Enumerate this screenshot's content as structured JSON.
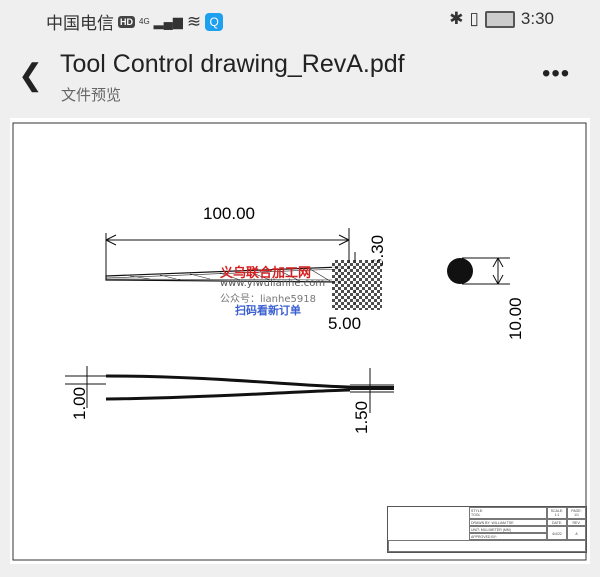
{
  "status_bar": {
    "carrier": "中国电信",
    "hd": "HD",
    "network": "4G",
    "time": "3:30"
  },
  "header": {
    "title": "Tool Control drawing_RevA.pdf",
    "subtitle": "文件预览"
  },
  "drawing": {
    "dims": {
      "length": "100.00",
      "tip_height": "3.30",
      "tip_width": "5.00",
      "diameter": "10.00",
      "thick_left": "1.00",
      "thick_right": "1.50"
    },
    "title_block": {
      "style_label": "STYLE:",
      "style": "TOOL",
      "scale_label": "SCALE:",
      "scale": "1:1",
      "page_label": "PAGE:",
      "page": "1/1",
      "drawn_by": "DRAWN BY: WILLIAM TSE",
      "date_label": "DATE:",
      "rev_label": "REV:",
      "unit": "UNIT: MILLIMETER (MM)",
      "date": "4/4/22",
      "rev": "A",
      "approved_by": "APPROVED BY:"
    }
  },
  "watermark": {
    "name": "义乌联合加工网",
    "url": "www.yiwulianhe.com",
    "account": "公众号：lianhe5918",
    "cta": "扫码看新订单"
  }
}
